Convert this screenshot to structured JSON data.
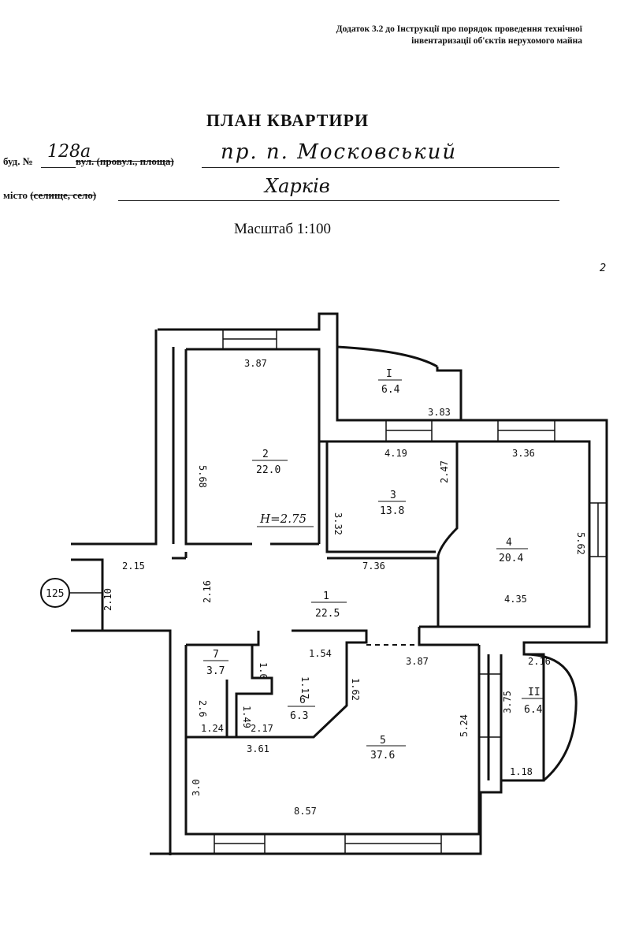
{
  "header": {
    "annex_line1": "Додаток 3.2 до Інструкції про порядок проведення технічної",
    "annex_line2": "інвентаризації об'єктів нерухомого майна",
    "title": "ПЛАН КВАРТИРИ",
    "bud_label": "буд. №",
    "bud_number": "128а",
    "street_label": "вул. (провул., площа)",
    "street_value": "пр. п. Московський",
    "city_label": "місто",
    "city_strike": "(селище, село)",
    "city_value": "Харків",
    "scale": "Масштаб 1:100",
    "page_number": "2"
  },
  "plan": {
    "rooms": [
      {
        "number": "1",
        "area": "22.5"
      },
      {
        "number": "2",
        "area": "22.0"
      },
      {
        "number": "3",
        "area": "13.8"
      },
      {
        "number": "4",
        "area": "20.4"
      },
      {
        "number": "5",
        "area": "37.6"
      },
      {
        "number": "6",
        "area": "6.3"
      },
      {
        "number": "7",
        "area": "3.7"
      },
      {
        "number": "I",
        "area": "6.4"
      },
      {
        "number": "II",
        "area": "6.4"
      }
    ],
    "dimensions": [
      "3.87",
      "5.68",
      "3.83",
      "4.19",
      "3.36",
      "3.32",
      "2.47",
      "5.62",
      "2.15",
      "7.36",
      "2.16",
      "2.10",
      "4.35",
      "1.0",
      "1.54",
      "1.62",
      "3.87",
      "2.16",
      "2.6",
      "1.49",
      "1.17",
      "1.24",
      "2.17",
      "3.61",
      "5.24",
      "3.75",
      "1.18",
      "3.0",
      "8.57"
    ],
    "height_note": "H=2.75",
    "stair_label": "125"
  }
}
